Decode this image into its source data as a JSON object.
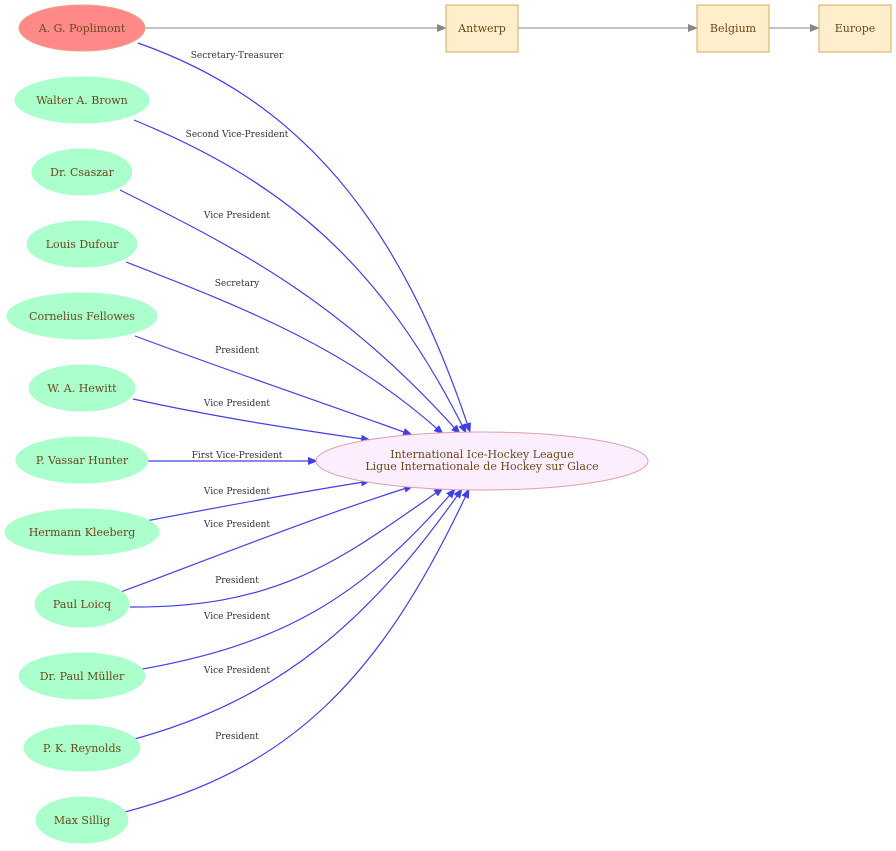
{
  "colors": {
    "person_fill": "#aaffcc",
    "highlight_fill": "#ff8888",
    "org_fill": "#fdeeff",
    "place_fill": "#ffeecc",
    "edge_color": "#4040e8",
    "place_edge_color": "#888888",
    "text_color": "#6b4a1a"
  },
  "organization": {
    "line1": "International Ice-Hockey League",
    "line2": "Ligue Internationale de Hockey sur Glace"
  },
  "people": [
    {
      "name": "A. G. Poplimont",
      "role": "Secretary-Treasurer",
      "highlight": true
    },
    {
      "name": "Walter A. Brown",
      "role": "Second Vice-President"
    },
    {
      "name": "Dr. Csaszar",
      "role": "Vice President"
    },
    {
      "name": "Louis Dufour",
      "role": "Secretary"
    },
    {
      "name": "Cornelius Fellowes",
      "role": "President"
    },
    {
      "name": "W. A. Hewitt",
      "role": "Vice President"
    },
    {
      "name": "P. Vassar Hunter",
      "role": "First Vice-President"
    },
    {
      "name": "Hermann Kleeberg",
      "role": "Vice President"
    },
    {
      "name": "Paul Loicq",
      "role": "Vice President",
      "role2": "President"
    },
    {
      "name": "Dr. Paul Müller",
      "role": "Vice President"
    },
    {
      "name": "P. K. Reynolds",
      "role": "Vice President"
    },
    {
      "name": "Max Sillig",
      "role": "President"
    }
  ],
  "places": [
    {
      "name": "Antwerp"
    },
    {
      "name": "Belgium"
    },
    {
      "name": "Europe"
    }
  ]
}
